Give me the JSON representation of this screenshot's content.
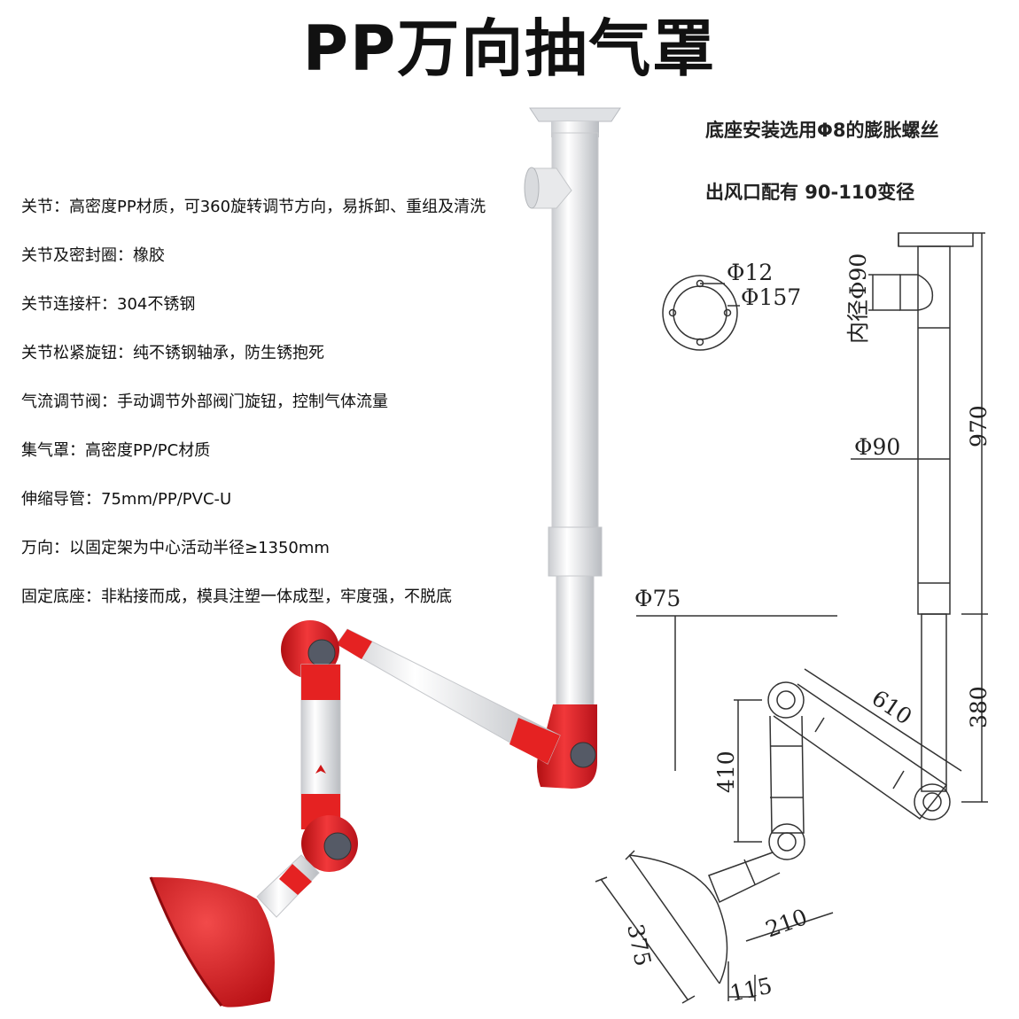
{
  "title": "PP万向抽气罩",
  "specs": [
    "关节：高密度PP材质，可360旋转调节方向，易拆卸、重组及清洗",
    "关节及密封圈：橡胶",
    "关节连接杆：304不锈钢",
    "关节松紧旋钮：纯不锈钢轴承，防生锈抱死",
    "气流调节阀：手动调节外部阀门旋钮，控制气体流量",
    "集气罩：高密度PP/PC材质",
    "伸缩导管：75mm/PP/PVC-U",
    "万向：以固定架为中心活动半径≥1350mm",
    "固定底座：非粘接而成，模具注塑一体成型，牢度强，不脱底"
  ],
  "notes": {
    "base_install": "底座安装选用Φ8的膨胀螺丝",
    "outlet": "出风口配有 90-110变径"
  },
  "dimensions": {
    "hole": "Φ12",
    "flange": "Φ157",
    "inner_dia": "内径Φ90",
    "pipe_upper": "Φ90",
    "pipe_lower": "Φ75",
    "height_total": "970",
    "height_lower": "380",
    "arm_length": "610",
    "arm_drop": "410",
    "hood_dia": "375",
    "neck_length": "210",
    "hood_depth": "115"
  },
  "colors": {
    "pipe": "#f2f2f2",
    "joint_red": "#e01e1e",
    "knob": "#555a66",
    "line": "#333333"
  }
}
